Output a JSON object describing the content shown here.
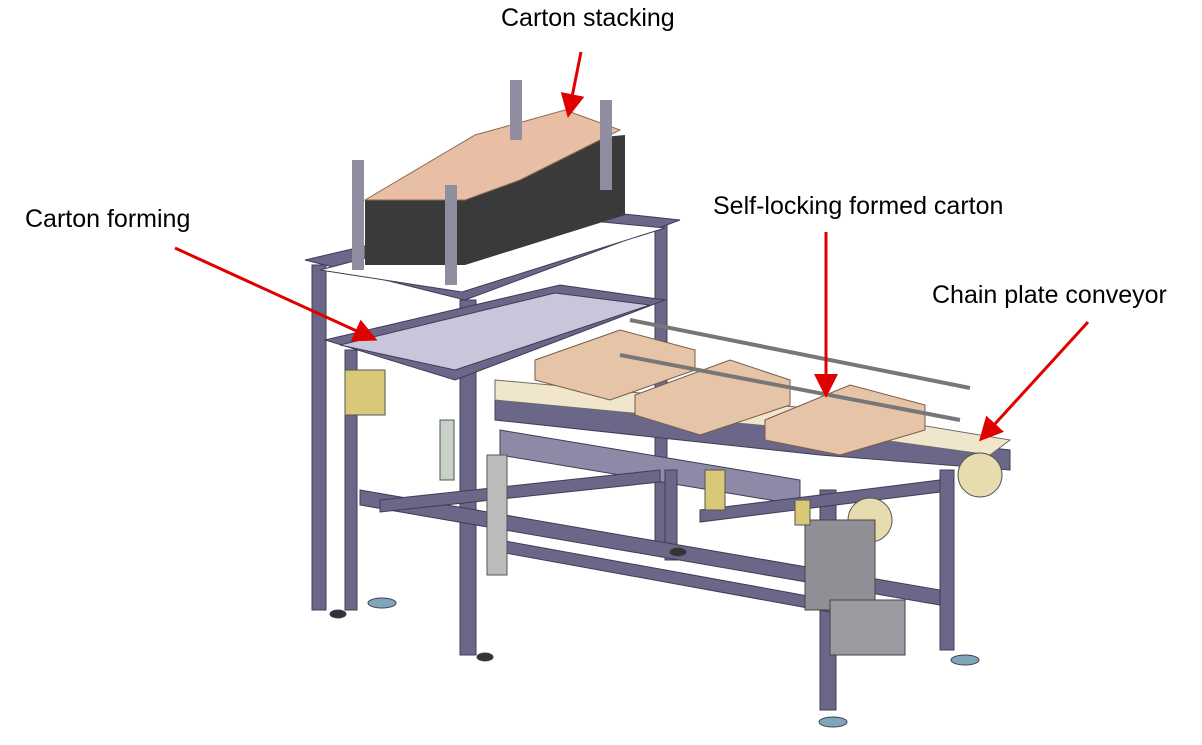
{
  "labels": {
    "carton_stacking": "Carton stacking",
    "carton_forming": "Carton forming",
    "self_locking": "Self-locking formed carton",
    "chain_conveyor": "Chain plate conveyor"
  },
  "colors": {
    "arrow": "#e00000",
    "frame": "#5d5a78",
    "carton": "#e8bfa4",
    "carton_dark": "#3a3a3a",
    "bracket": "#d8c878"
  }
}
